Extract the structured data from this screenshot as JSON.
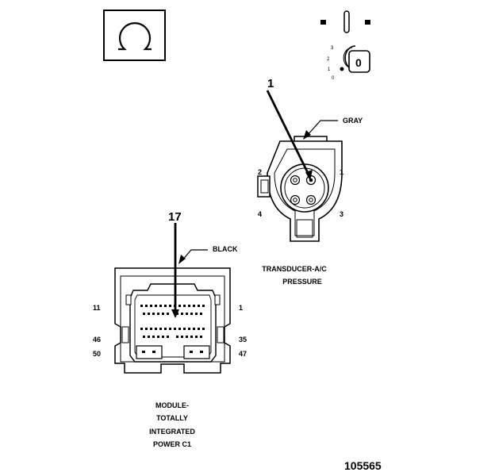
{
  "symbol": {
    "icon": "ohm-symbol-icon",
    "ignition_icon": "ignition-key-icon",
    "text": "Ω"
  },
  "ignition": {
    "positions": [
      "3",
      "2",
      "1",
      "0"
    ],
    "key_label": "0"
  },
  "transducer": {
    "callout": "1",
    "color_label": "GRAY",
    "pins": [
      "2",
      "1",
      "4",
      "3"
    ],
    "caption_line1": "TRANSDUCER-A/C",
    "caption_line2": "PRESSURE"
  },
  "module": {
    "callout": "17",
    "color_label": "BLACK",
    "pins": [
      "11",
      "1",
      "46",
      "35",
      "50",
      "47"
    ],
    "caption_lines": [
      "MODULE-",
      "TOTALLY",
      "INTEGRATED",
      "POWER C1"
    ]
  },
  "figure_id": "105565"
}
